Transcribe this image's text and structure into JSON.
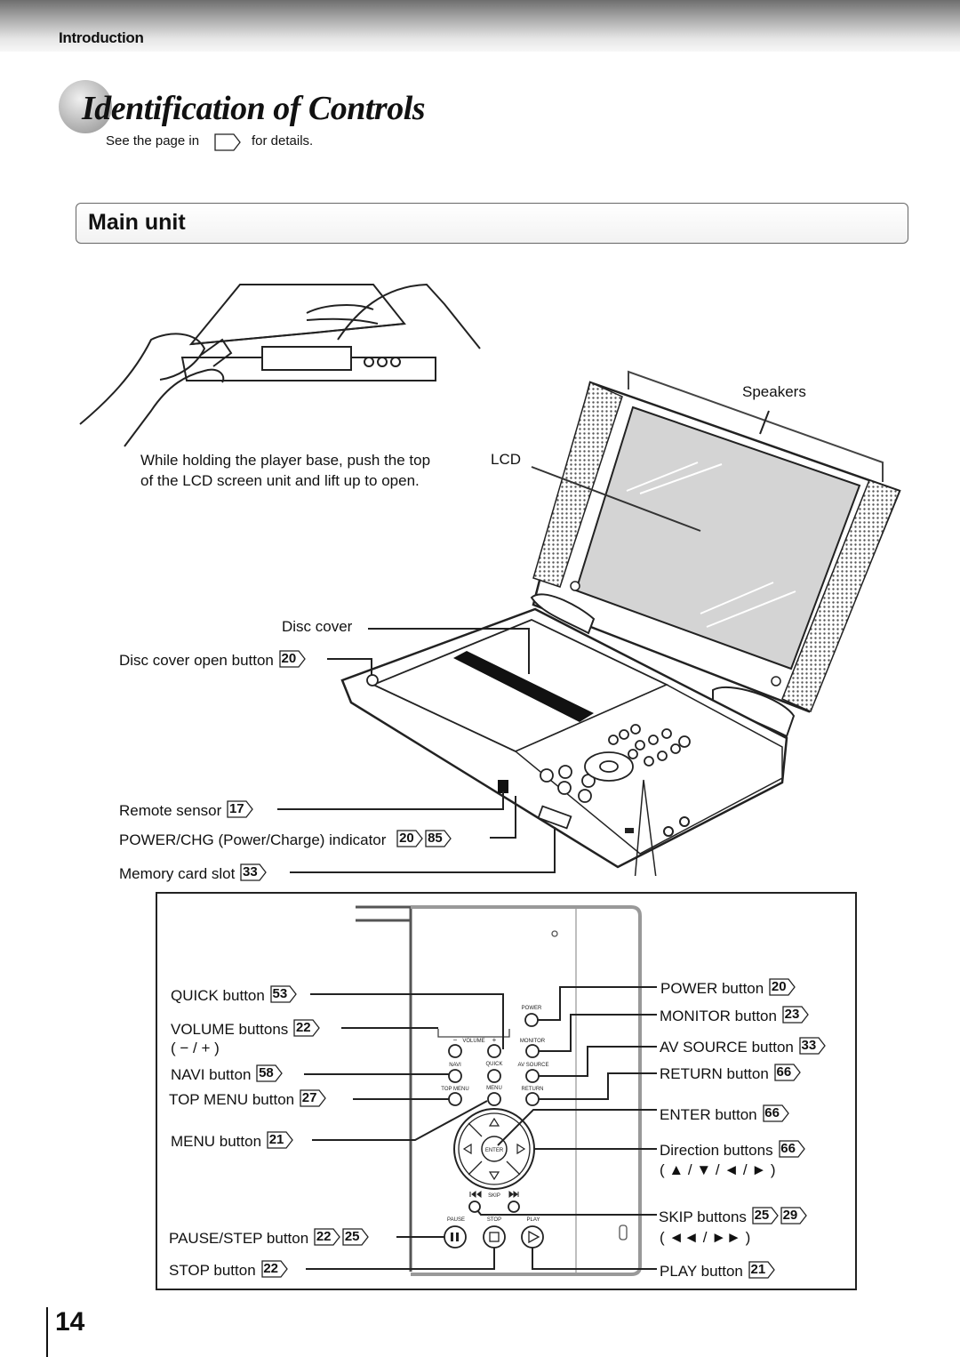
{
  "header": {
    "section": "Introduction"
  },
  "title": "Identification of Controls",
  "hint": {
    "before": "See the page in",
    "after": "for details."
  },
  "main_unit": {
    "heading": "Main unit"
  },
  "illustration": {
    "instruction_line1": "While holding the player base, push the top",
    "instruction_line2": "of the LCD screen unit and lift up to open.",
    "speakers": "Speakers",
    "lcd": "LCD"
  },
  "callouts_left_top": [
    {
      "label": "Disc cover",
      "refs": []
    },
    {
      "label": "Disc cover open button",
      "refs": [
        "20"
      ]
    },
    {
      "label": "Remote sensor",
      "refs": [
        "17"
      ]
    },
    {
      "label": "POWER/CHG (Power/Charge) indicator",
      "refs": [
        "20",
        "85"
      ]
    },
    {
      "label": "Memory card slot",
      "refs": [
        "33"
      ]
    }
  ],
  "panel_left": [
    {
      "label": "QUICK button",
      "refs": [
        "53"
      ]
    },
    {
      "label": "VOLUME buttons",
      "refs": [
        "22"
      ],
      "sub": "( − / + )"
    },
    {
      "label": "NAVI button",
      "refs": [
        "58"
      ]
    },
    {
      "label": "TOP MENU button",
      "refs": [
        "27"
      ]
    },
    {
      "label": "MENU button",
      "refs": [
        "21"
      ]
    },
    {
      "label": "PAUSE/STEP button",
      "refs": [
        "22",
        "25"
      ]
    },
    {
      "label": "STOP button",
      "refs": [
        "22"
      ]
    }
  ],
  "panel_right": [
    {
      "label": "POWER button",
      "refs": [
        "20"
      ]
    },
    {
      "label": "MONITOR button",
      "refs": [
        "23"
      ]
    },
    {
      "label": "AV SOURCE button",
      "refs": [
        "33"
      ]
    },
    {
      "label": "RETURN button",
      "refs": [
        "66"
      ]
    },
    {
      "label": "ENTER button",
      "refs": [
        "66"
      ]
    },
    {
      "label": "Direction buttons",
      "refs": [
        "66"
      ],
      "sub": "( ▲ / ▼ / ◄ / ► )"
    },
    {
      "label": "SKIP buttons",
      "refs": [
        "25",
        "29"
      ],
      "sub": "( ◄◄ / ►► )"
    },
    {
      "label": "PLAY button",
      "refs": [
        "21"
      ]
    }
  ],
  "panel_tiny": {
    "power": "POWER",
    "volume": "VOLUME",
    "minus": "−",
    "plus": "+",
    "monitor": "MONITOR",
    "navi": "NAVI",
    "quick": "QUICK",
    "av_source": "AV SOURCE",
    "top_menu": "TOP MENU",
    "menu": "MENU",
    "return": "RETURN",
    "enter": "ENTER",
    "skip": "SKIP",
    "pause": "PAUSE",
    "stop": "STOP",
    "play": "PLAY"
  },
  "page_number": "14"
}
